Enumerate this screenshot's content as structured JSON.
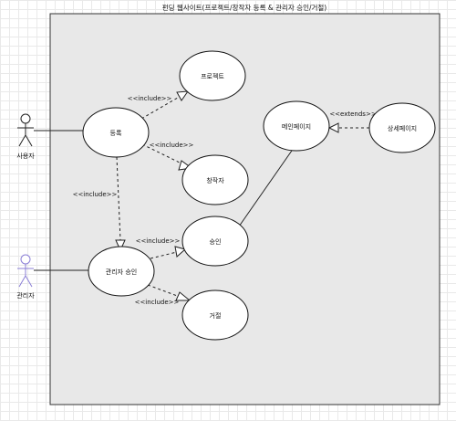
{
  "diagram": {
    "title": "펀딩 웹사이트(프로젝트/창작자 등록 & 관리자 승인/거절)",
    "actors": {
      "user": "사용자",
      "admin": "관리자"
    },
    "usecases": {
      "register": "등록",
      "project": "프로젝트",
      "creator": "창작자",
      "admin_approval": "관리자 승인",
      "approve": "승인",
      "reject": "거절",
      "main_page": "메인페이지",
      "detail_page": "상세페이지"
    },
    "relations": {
      "include_project": "<<include>>",
      "include_creator": "<<include>>",
      "include_admin": "<<include>>",
      "include_approve": "<<include>>",
      "include_reject": "<<include>>",
      "extends_detail": "<<extends>>"
    }
  }
}
